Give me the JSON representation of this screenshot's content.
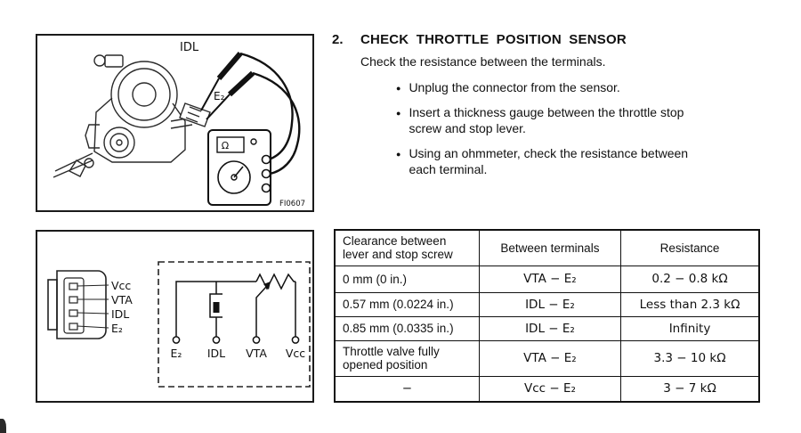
{
  "figure_top": {
    "label_idl": "IDL",
    "label_e2": "E₂",
    "meter_display": "Ω",
    "figure_code": "FI0607"
  },
  "instructions": {
    "step_number": "2.",
    "title": "CHECK THROTTLE POSITION SENSOR",
    "intro": "Check the resistance between the terminals.",
    "bullets": [
      "Unplug the connector from the sensor.",
      "Insert a thickness gauge between the throttle stop\nscrew and stop lever.",
      "Using an ohmmeter, check the resistance between\neach terminal."
    ]
  },
  "figure_bottom": {
    "pin_labels": [
      "Vcc",
      "VTA",
      "IDL",
      "E₂"
    ],
    "terminal_labels": [
      "E₂",
      "IDL",
      "VTA",
      "Vcc"
    ]
  },
  "table": {
    "headers": [
      "Clearance between\nlever and stop screw",
      "Between terminals",
      "Resistance"
    ],
    "rows": [
      [
        "0 mm (0 in.)",
        "VTA − E₂",
        "0.2 − 0.8 kΩ"
      ],
      [
        "0.57 mm (0.0224 in.)",
        "IDL − E₂",
        "Less than 2.3 kΩ"
      ],
      [
        "0.85 mm (0.0335 in.)",
        "IDL − E₂",
        "Infinity"
      ],
      [
        "Throttle valve fully\nopened position",
        "VTA − E₂",
        "3.3 − 10 kΩ"
      ],
      [
        "−",
        "Vcc − E₂",
        "3 − 7 kΩ"
      ]
    ]
  }
}
